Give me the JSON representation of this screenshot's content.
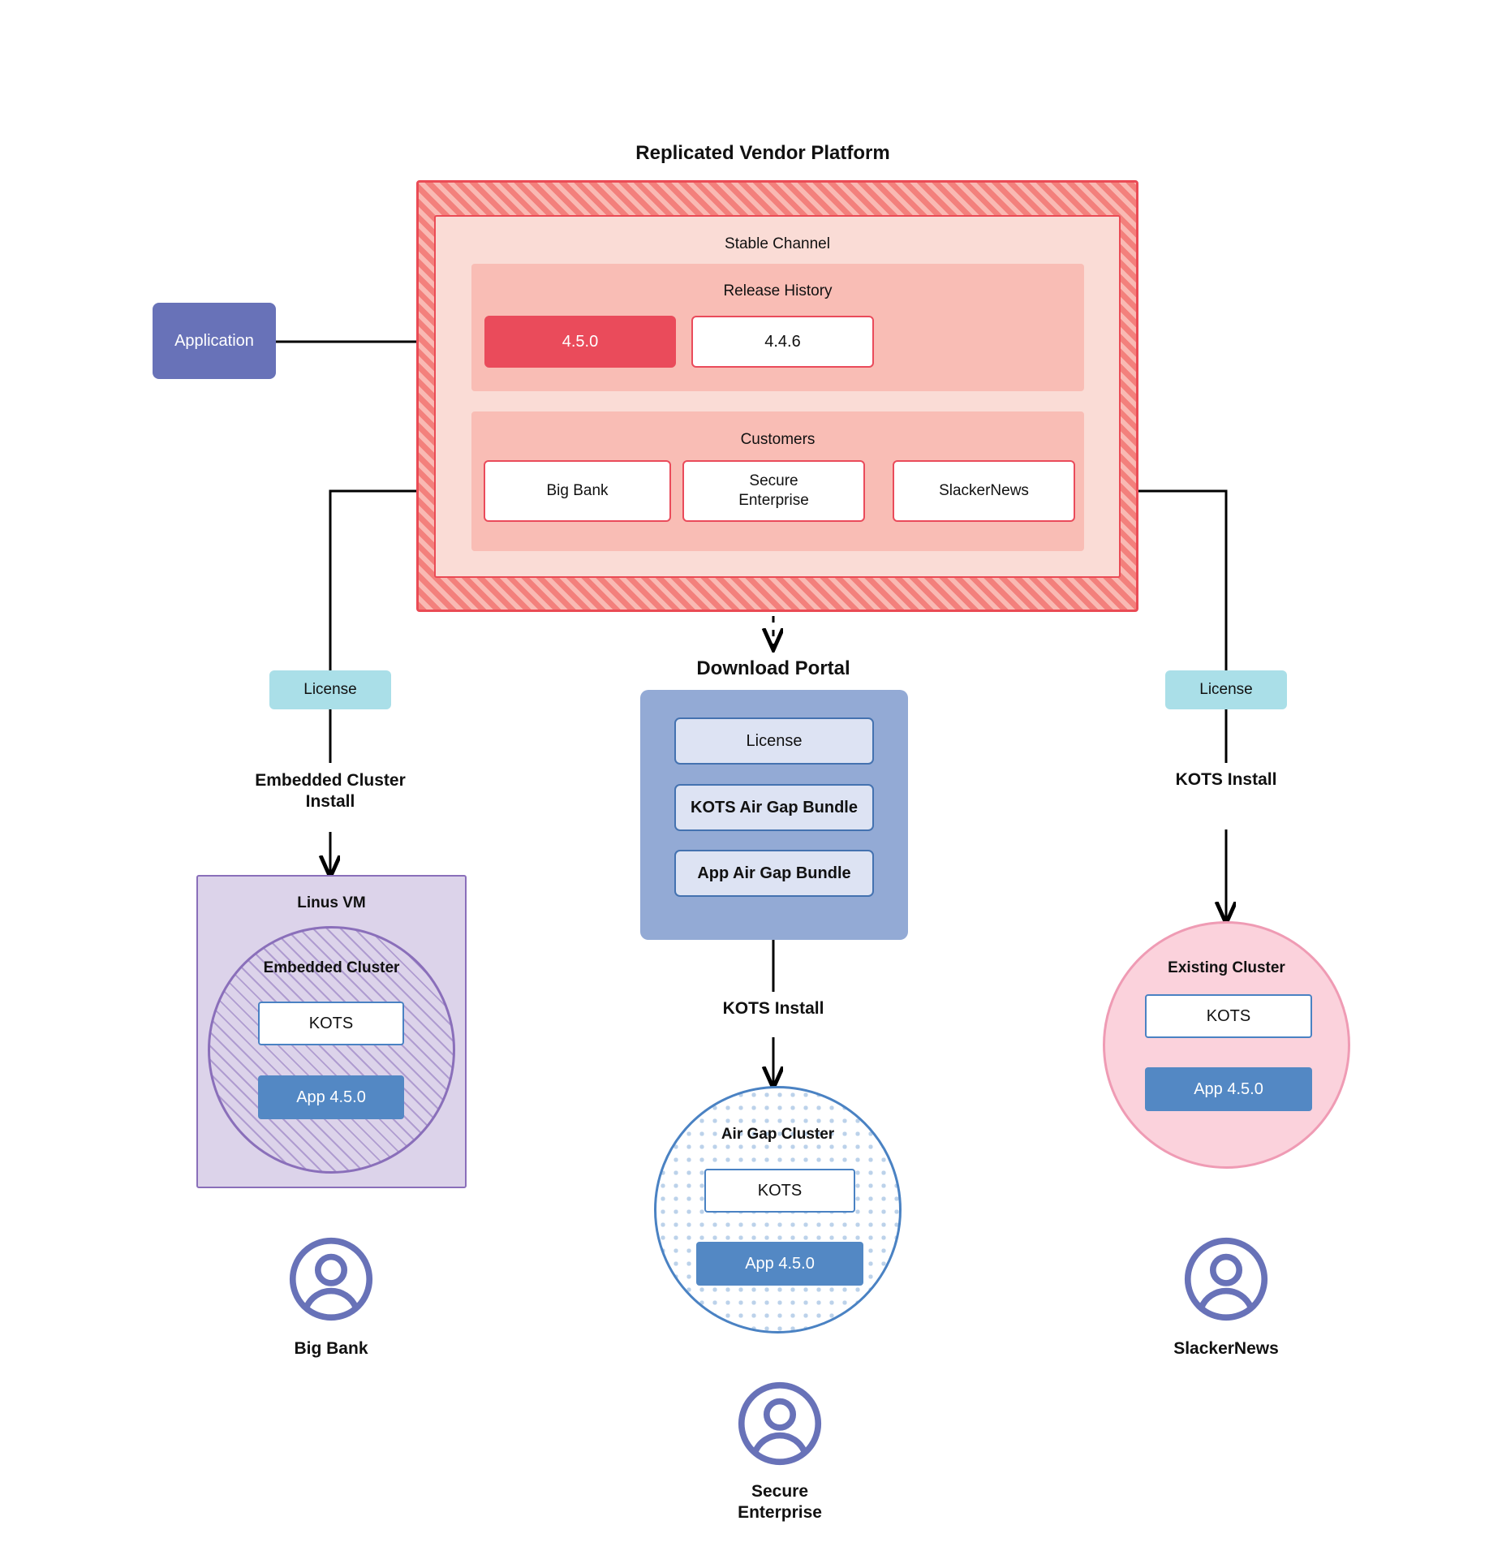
{
  "platform": {
    "title": "Replicated Vendor Platform",
    "channel_label": "Stable Channel",
    "release_history_label": "Release History",
    "releases": [
      {
        "version": "4.5.0",
        "state": "current"
      },
      {
        "version": "4.4.6",
        "state": "previous"
      }
    ],
    "customers_label": "Customers",
    "customers": [
      "Big Bank",
      "Secure\nEnterprise",
      "SlackerNews"
    ]
  },
  "application": {
    "label": "Application"
  },
  "license_left": {
    "label": "License"
  },
  "license_right": {
    "label": "License"
  },
  "install_labels": {
    "left": "Embedded Cluster\nInstall",
    "center": "KOTS Install",
    "right": "KOTS Install"
  },
  "download_portal": {
    "title": "Download  Portal",
    "items": [
      "License",
      "KOTS Air Gap Bundle",
      "App Air Gap Bundle"
    ]
  },
  "clusters": {
    "left": {
      "vm_label": "Linus VM",
      "cluster_label": "Embedded Cluster",
      "kots_label": "KOTS",
      "app_label": "App 4.5.0"
    },
    "center": {
      "cluster_label": "Air Gap Cluster",
      "kots_label": "KOTS",
      "app_label": "App 4.5.0"
    },
    "right": {
      "cluster_label": "Existing Cluster",
      "kots_label": "KOTS",
      "app_label": "App 4.5.0"
    }
  },
  "end_users": {
    "left": "Big Bank",
    "center": "Secure\nEnterprise",
    "right": "SlackerNews"
  },
  "colors": {
    "platform_hatch": "#f3807c",
    "platform_border": "#ea4b55",
    "channel_bg": "#fadcd6",
    "subpanel_bg": "#f9bdb5",
    "release_current": "#ea4b5b",
    "application": "#6872b8",
    "license": "#aadfe8",
    "portal": "#93aad5",
    "portal_item": "#dde3f3",
    "vm": "#dcd3ea",
    "vm_border": "#8a6fba",
    "kots_border": "#4a82c3",
    "app_version": "#5388c4",
    "existing_cluster": "#fbd2dc",
    "avatar": "#6872b8"
  }
}
